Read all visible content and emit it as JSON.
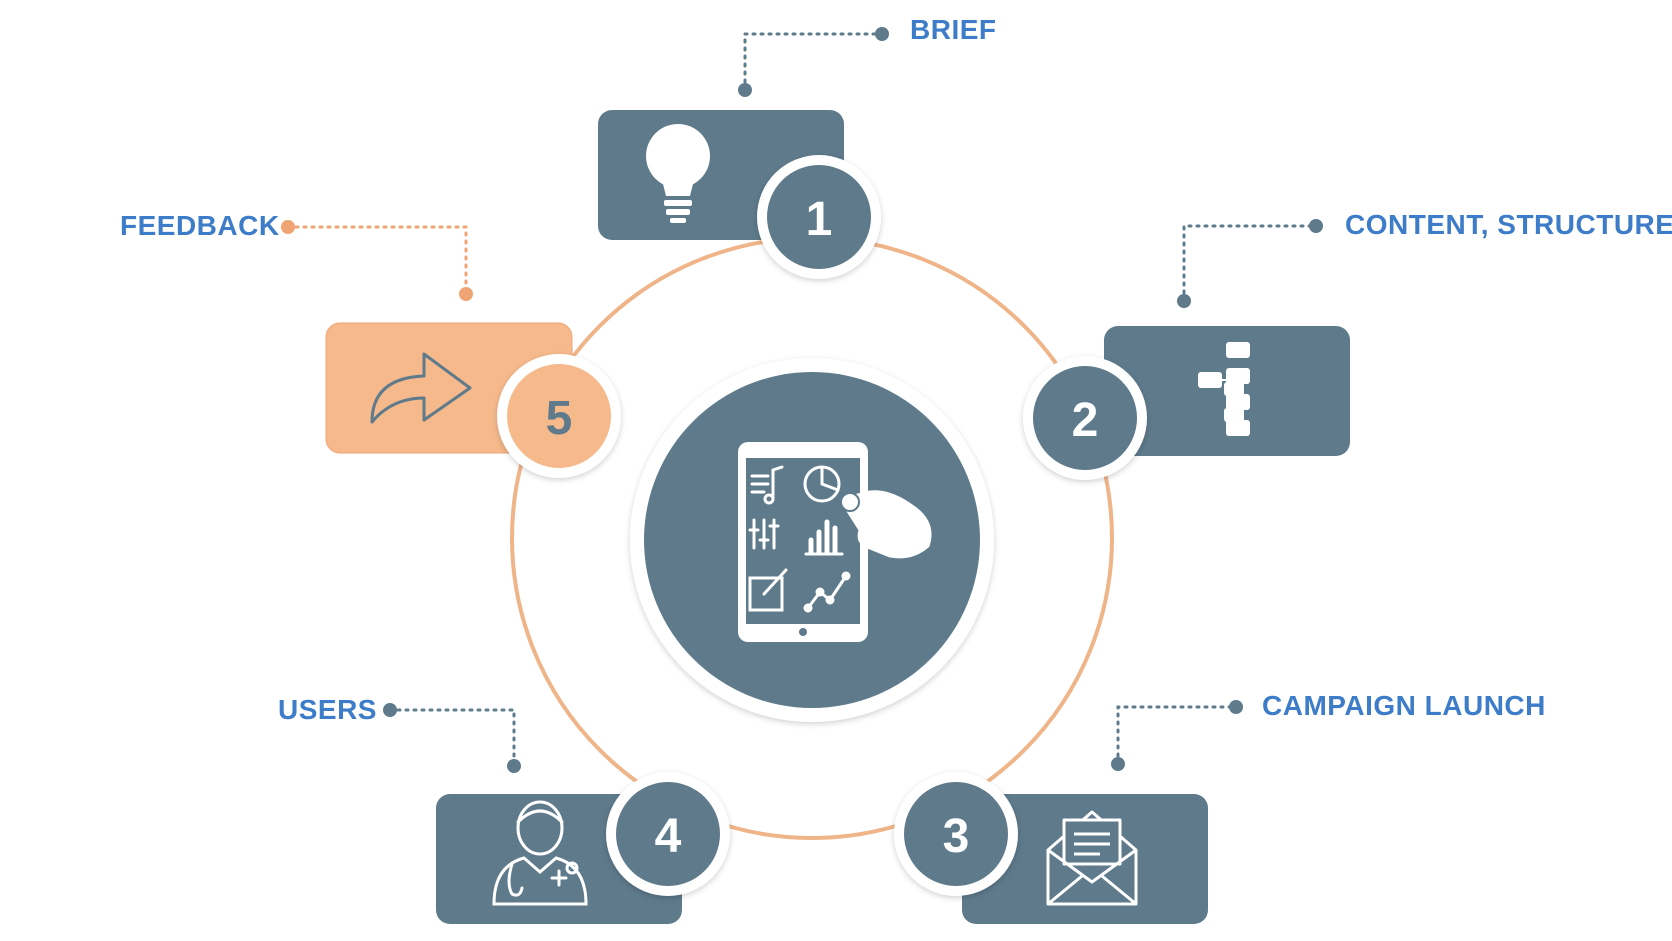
{
  "colors": {
    "slate": "#5e7a8b",
    "orange": "#f5b98c",
    "ring": "#f0b489",
    "label": "#3d7cc9",
    "connector": "#5e7a8b",
    "connector_accent": "#f0a473"
  },
  "steps": [
    {
      "number": "1",
      "label": "BRIEF",
      "icon": "lightbulb-icon"
    },
    {
      "number": "2",
      "label": "CONTENT, STRUCTURE",
      "icon": "sitemap-icon"
    },
    {
      "number": "3",
      "label": "CAMPAIGN LAUNCH",
      "icon": "envelope-icon"
    },
    {
      "number": "4",
      "label": "USERS",
      "icon": "doctor-icon"
    },
    {
      "number": "5",
      "label": "FEEDBACK",
      "icon": "share-arrow-icon"
    }
  ],
  "center": {
    "icon": "tablet-dashboard-icon"
  }
}
